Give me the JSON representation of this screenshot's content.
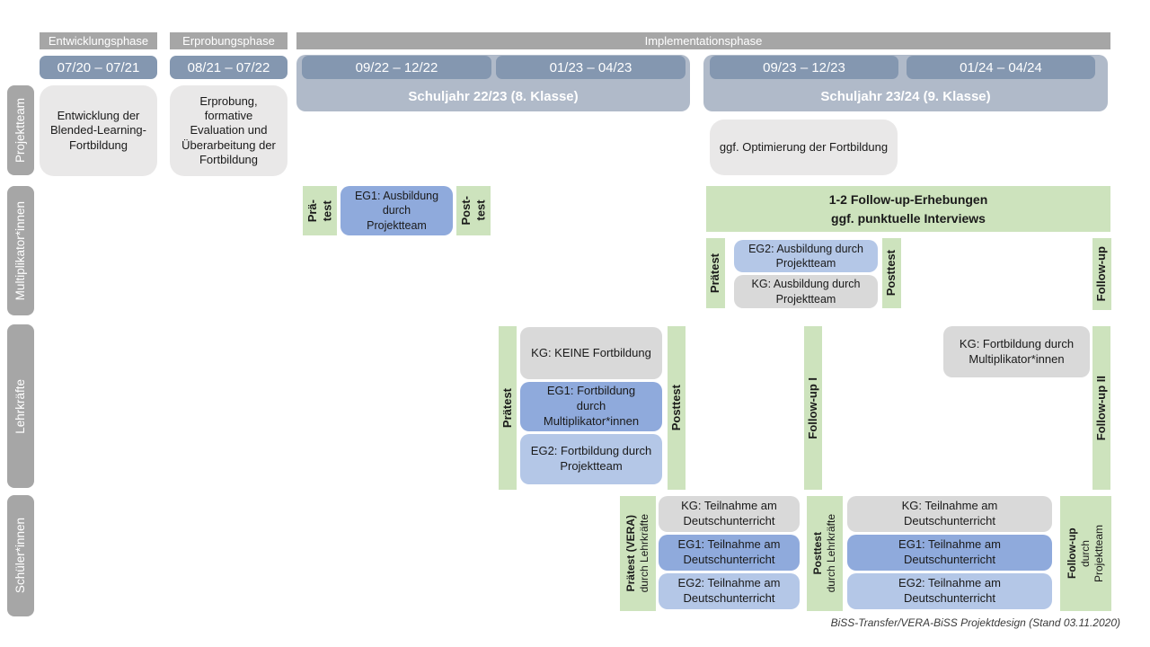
{
  "phases": {
    "development": "Entwicklungsphase",
    "testing": "Erprobungsphase",
    "implementation": "Implementationsphase"
  },
  "periods": {
    "p1": "07/20 – 07/21",
    "p2": "08/21 – 07/22",
    "p3": "09/22 – 12/22",
    "p4": "01/23 – 04/23",
    "p5": "09/23 – 12/23",
    "p6": "01/24 – 04/24"
  },
  "school_years": {
    "sy1": "Schuljahr 22/23 (8. Klasse)",
    "sy2": "Schuljahr 23/24 (9. Klasse)"
  },
  "row_labels": {
    "projektteam": "Projektteam",
    "multiplikatoren": "Multiplikator*innen",
    "lehrkraefte": "Lehrkräfte",
    "schueler": "Schüler*innen"
  },
  "projektteam": {
    "development_box": "Entwicklung der Blended-Learning-Fortbildung",
    "testing_box": "Erprobung, formative Evaluation und Überarbeitung der Fortbildung",
    "optimization_box": "ggf. Optimierung der Fortbildung"
  },
  "multiplikatoren": {
    "pretest1": {
      "l1": "Prä-",
      "l2": "test"
    },
    "eg1_training": "EG1: Ausbildung durch Projektteam",
    "posttest1": {
      "l1": "Post-",
      "l2": "test"
    },
    "followup_box": {
      "l1": "1-2 Follow-up-Erhebungen",
      "l2": "ggf. punktuelle Interviews"
    },
    "pretest2": "Prätest",
    "eg2_training": "EG2: Ausbildung durch Projektteam",
    "kg_training": "KG: Ausbildung durch Projektteam",
    "posttest2": "Posttest",
    "followup": "Follow-up"
  },
  "lehrkraefte": {
    "pretest": "Prätest",
    "kg_box": "KG: KEINE Fortbildung",
    "eg1_box": "EG1: Fortbildung durch Multiplikator*innen",
    "eg2_box": "EG2: Fortbildung durch Projektteam",
    "posttest": "Posttest",
    "followup1": "Follow-up I",
    "kg_box2": "KG: Fortbildung durch Multiplikator*innen",
    "followup2": "Follow-up II"
  },
  "schueler": {
    "pretest": {
      "l1": "Prätest (VERA)",
      "l2": "durch Lehrkräfte"
    },
    "kg_box1": "KG: Teilnahme am Deutschunterricht",
    "eg1_box1": "EG1: Teilnahme am Deutschunterricht",
    "eg2_box1": "EG2: Teilnahme am Deutschunterricht",
    "posttest": {
      "l1": "Posttest",
      "l2": "durch Lehrkräfte"
    },
    "kg_box2": "KG: Teilnahme am Deutschunterricht",
    "eg1_box2": "EG1: Teilnahme am Deutschunterricht",
    "eg2_box2": "EG2: Teilnahme am Deutschunterricht",
    "followup": {
      "l1": "Follow-up",
      "l2": "durch",
      "l3": "Projektteam"
    }
  },
  "caption": "BiSS-Transfer/VERA-BiSS Projektdesign (Stand 03.11.2020)",
  "colors": {
    "phase_header": "#a6a6a6",
    "period_bar": "#8497b0",
    "school_year_bar": "#b0bac9",
    "row_label": "#a6a6a6",
    "projektteam_box": "#e9e8e8",
    "kg_box": "#d9d9d9",
    "eg1_box": "#8faadc",
    "eg2_box": "#b4c7e7",
    "test_bar": "#cde3bd"
  }
}
